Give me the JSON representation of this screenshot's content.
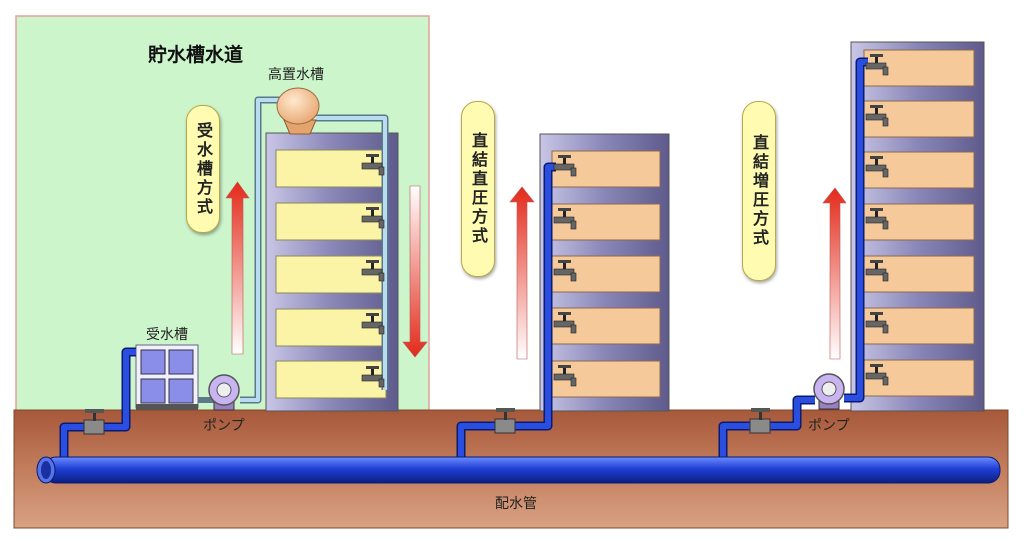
{
  "title": "貯水槽水道",
  "labels": {
    "elevated_tank": "高置水槽",
    "receiving_tank": "受水槽",
    "pump_1": "ポンプ",
    "pump_2": "ポンプ",
    "main_pipe": "配水管"
  },
  "methods": [
    {
      "name": "受水槽方式"
    },
    {
      "name": "直結直圧方式"
    },
    {
      "name": "直結増圧方式"
    }
  ],
  "colors": {
    "ground": "#b06a4a",
    "tank_zone": "#ccf5cc",
    "pipe": "#1f3fd6",
    "pill": "#fffbb0",
    "arrow": "#e23020"
  }
}
